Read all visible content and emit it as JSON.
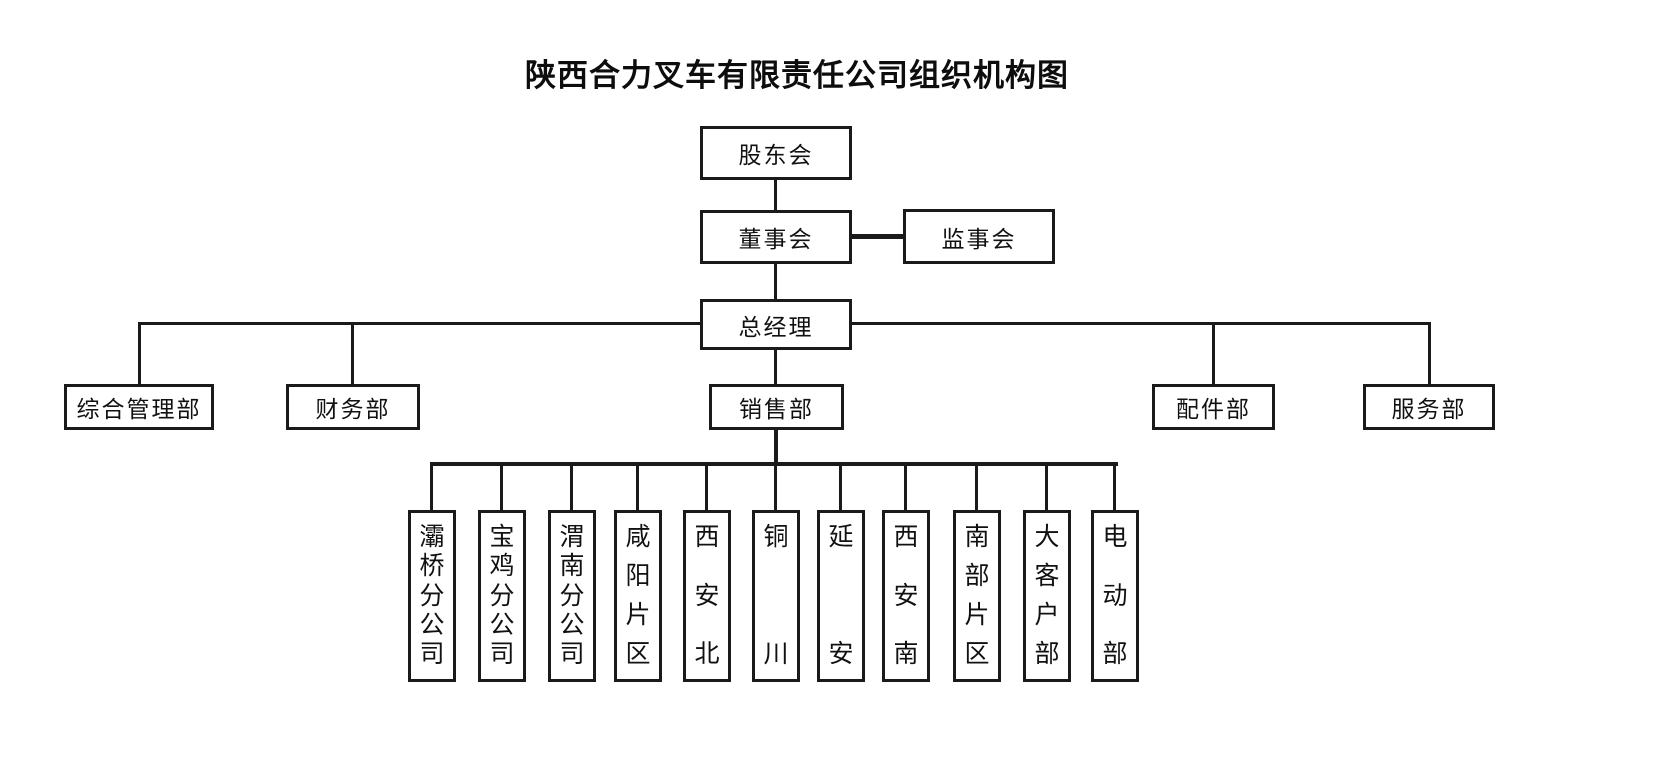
{
  "title": "陕西合力叉车有限责任公司组织机构图",
  "org": {
    "shareholders": "股东会",
    "board": "董事会",
    "supervisory": "监事会",
    "general_manager": "总经理",
    "departments": [
      "综合管理部",
      "财务部",
      "销售部",
      "配件部",
      "服务部"
    ],
    "sales_subunits": [
      "灞桥分公司",
      "宝鸡分公司",
      "渭南分公司",
      "咸阳片区",
      "西安北",
      "铜川",
      "延安",
      "西安南",
      "南部片区",
      "大客户部",
      "电动部"
    ]
  },
  "colors": {
    "line": "#1a1a1a",
    "box_border": "#1a1a1a",
    "background": "#ffffff",
    "text": "#111111"
  }
}
